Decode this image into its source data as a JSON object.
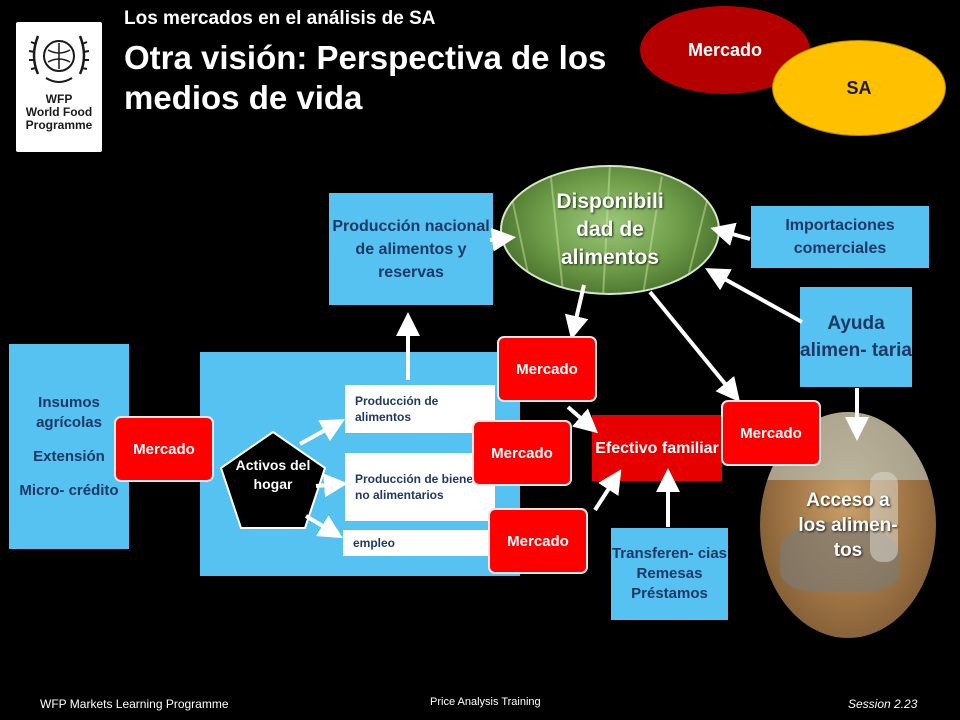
{
  "header": {
    "kicker": "Los mercados en el análisis de SA",
    "title": "Otra visión: Perspectiva de los medios de vida"
  },
  "logo": {
    "line1": "WFP",
    "line2": "World Food",
    "line3": "Programme"
  },
  "legend": {
    "mercado": "Mercado",
    "sa": "SA"
  },
  "nodes": {
    "disponibilidad": "Disponibili dad de alimentos",
    "produccion_nacional": "Producción nacional de alimentos y reservas",
    "importaciones": "Importaciones comerciales",
    "ayuda": "Ayuda alimen- taria",
    "insumos": [
      "Insumos agrícolas",
      "Extensión",
      "Micro- crédito"
    ],
    "activos": "Activos del hogar",
    "produccion_alimentos": "Producción de alimentos",
    "produccion_bienes": "Producción de bienes-no alimentarios",
    "empleo": "empleo",
    "efectivo": "Efectivo familiar",
    "transferencias": [
      "Transferen- cias",
      "Remesas",
      "Préstamos"
    ],
    "acceso": "Acceso a los alimen- tos",
    "mercado": "Mercado"
  },
  "footer": {
    "left": "WFP Markets Learning Programme",
    "center": "Price Analysis Training",
    "right": "Session 2.23"
  },
  "colors": {
    "background": "#000000",
    "box_blue": "#55c2f2",
    "box_text": "#1f3864",
    "market_red": "#ff0000",
    "legend_mercado": "#b50000",
    "legend_sa": "#ffc000"
  }
}
